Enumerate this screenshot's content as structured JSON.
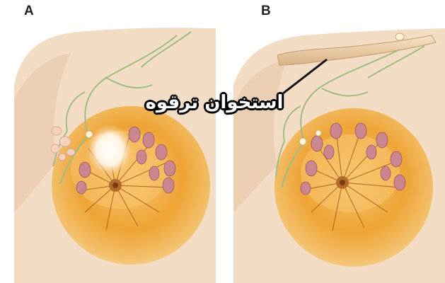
{
  "labels": {
    "panel_a": "A",
    "panel_b": "B",
    "clavicle": "استخوان ترقوه"
  },
  "colors": {
    "skin": "#f3dcc4",
    "skin_shadow": "#e7c4a3",
    "breast_tissue": "#eea335",
    "lobule": "#c9868f",
    "lymph": "#a6c08a",
    "tumor": "#fff6ea",
    "bone": "#eccfa7"
  }
}
